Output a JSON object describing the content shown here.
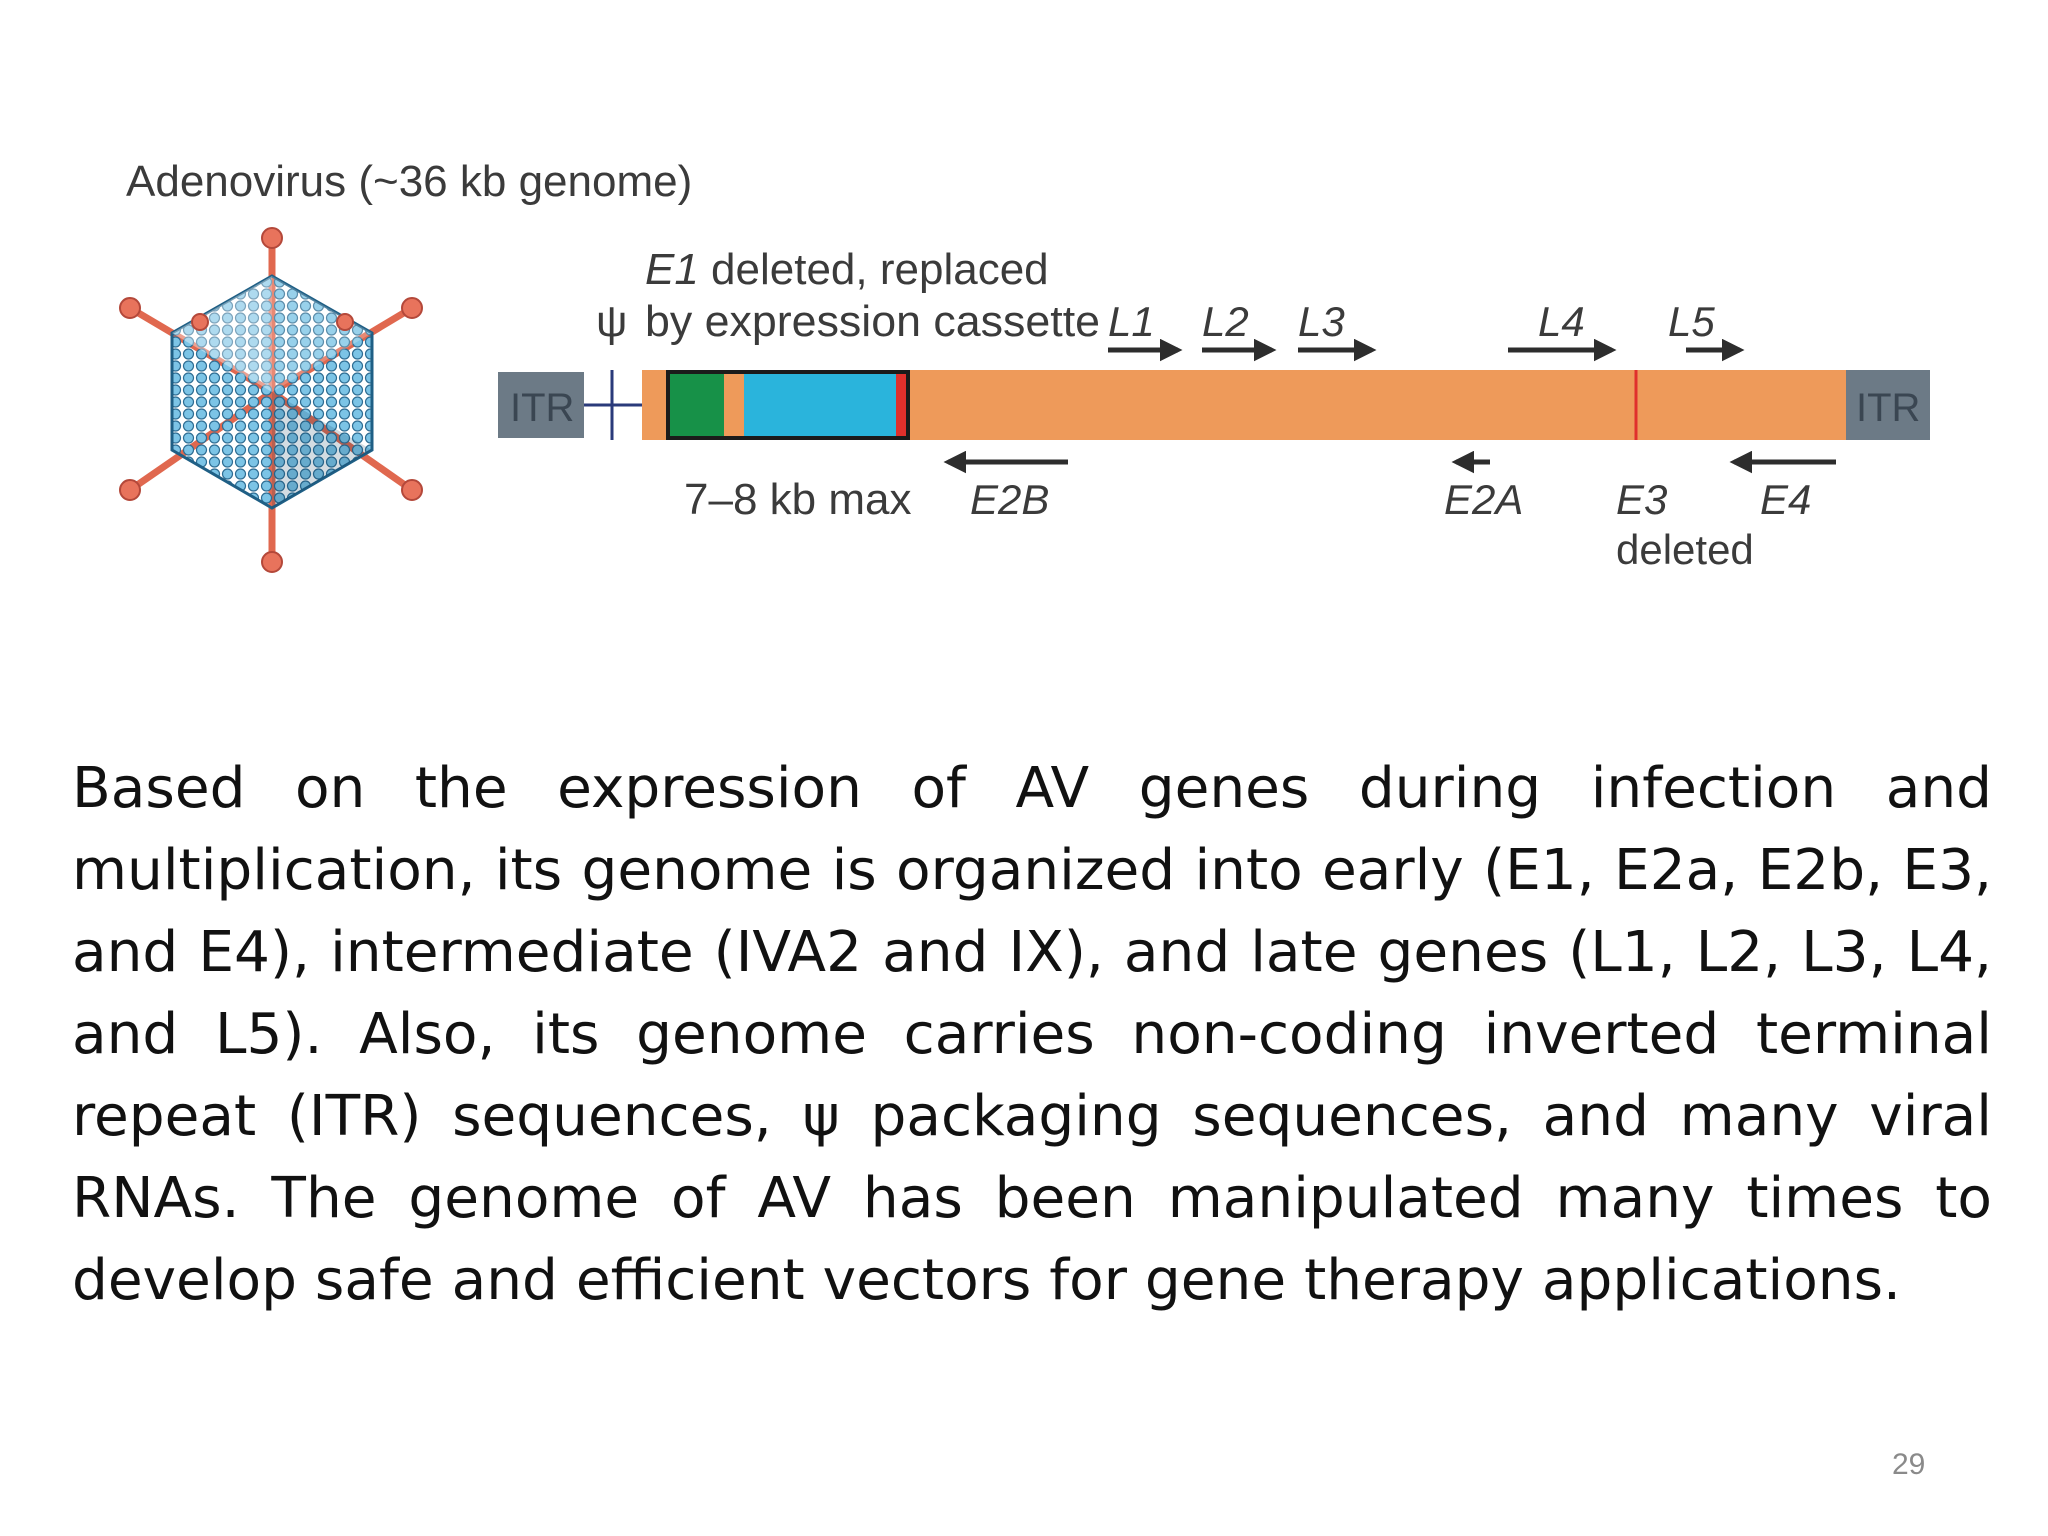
{
  "diagram": {
    "title": "Adenovirus (~36 kb genome)",
    "e1_label_italic": "E1",
    "e1_label_rest": " deleted, replaced",
    "psi_symbol": "ψ",
    "cassette_label": "by expression cassette",
    "capacity_label": "7–8 kb max",
    "itr_left": "ITR",
    "itr_right": "ITR",
    "late_genes": [
      "L1",
      "L2",
      "L3",
      "L4",
      "L5"
    ],
    "early_genes": [
      "E2B",
      "E2A",
      "E3",
      "E4"
    ],
    "e3_deleted_label": "deleted",
    "colors": {
      "genome_bar": "#ee9a5a",
      "itr": "#6c7a86",
      "cassette_green": "#179148",
      "cassette_blue": "#2ab4dc",
      "cassette_red": "#e0302c",
      "capsid": "#5fb0d8",
      "fiber": "#e0684f"
    }
  },
  "text": {
    "paragraph": "Based on the expression of AV genes during infection and multiplication, its genome is organized into early (E1, E2a, E2b, E3, and E4), intermediate (IVA2 and IX), and late genes (L1, L2, L3, L4, and L5). Also, its genome carries non-coding inverted terminal repeat (ITR) sequences, ψ packaging sequences, and many viral RNAs. The genome of AV has been manipulated many times to develop safe and efficient vectors for gene therapy applications."
  },
  "footer": {
    "page_number": "29"
  }
}
